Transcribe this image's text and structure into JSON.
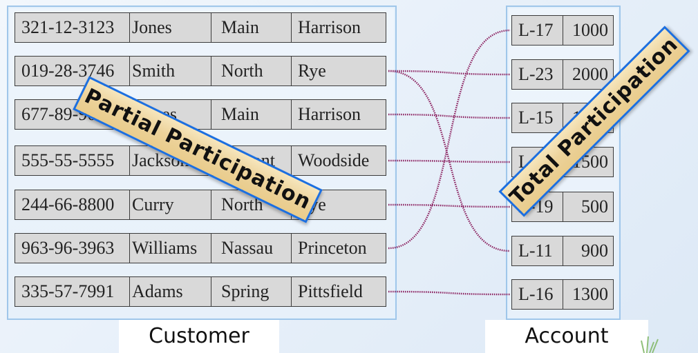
{
  "customer": {
    "label": "Customer",
    "rows": [
      [
        "321-12-3123",
        "Jones",
        "Main",
        "Harrison"
      ],
      [
        "019-28-3746",
        "Smith",
        "North",
        "Rye"
      ],
      [
        "677-89-9011",
        "Hayes",
        "Main",
        "Harrison"
      ],
      [
        "555-55-5555",
        "Jackson",
        "Dupont",
        "Woodside"
      ],
      [
        "244-66-8800",
        "Curry",
        "North",
        "Rye"
      ],
      [
        "963-96-3963",
        "Williams",
        "Nassau",
        "Princeton"
      ],
      [
        "335-57-7991",
        "Adams",
        "Spring",
        "Pittsfield"
      ]
    ]
  },
  "account": {
    "label": "Account",
    "rows": [
      [
        "L-17",
        "1000"
      ],
      [
        "L-23",
        "2000"
      ],
      [
        "L-15",
        "1500"
      ],
      [
        "L-14",
        "1500"
      ],
      [
        "L-19",
        "500"
      ],
      [
        "L-11",
        "900"
      ],
      [
        "L-16",
        "1300"
      ]
    ]
  },
  "annotations": {
    "partial": "Partial Participation",
    "total": "Total Participation"
  },
  "links": [
    [
      1,
      1
    ],
    [
      1,
      5
    ],
    [
      2,
      2
    ],
    [
      3,
      3
    ],
    [
      4,
      4
    ],
    [
      5,
      0
    ],
    [
      6,
      6
    ]
  ],
  "colors": {
    "link": "#8a1f5e",
    "banner_border": "#1c6fe0",
    "panel_border": "#9fc6ea"
  }
}
